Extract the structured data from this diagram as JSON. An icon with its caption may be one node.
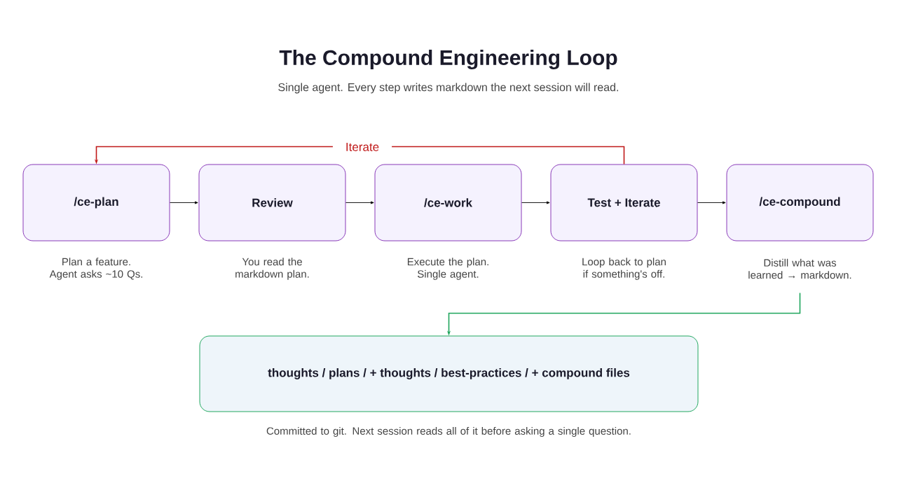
{
  "diagram": {
    "title": "The Compound Engineering Loop",
    "caption": "Single agent. Every step writes markdown the next session will read.",
    "nodes": [
      {
        "text": [
          "/ce-plan"
        ],
        "beside": [
          "Plan a feature. Agent asks ~10 Qs."
        ]
      },
      {
        "text": [
          "Review"
        ],
        "beside": [
          "You read the markdown plan."
        ]
      },
      {
        "text": [
          "/ce-work"
        ],
        "beside": [
          "Execute the plan. Single agent."
        ]
      },
      {
        "text": [
          "Test + Iterate"
        ],
        "beside": [
          "Loop back to plan if something's off."
        ]
      },
      {
        "text": [
          "/ce-compound"
        ],
        "beside": [
          "Distill what was learned → markdown."
        ]
      },
      {
        "text": [
          "thoughts / plans / + thoughts / best-practices / + compound files"
        ],
        "beside": [
          "Committed to git. Next session reads all of it before asking a single question."
        ]
      }
    ],
    "edges": [
      {
        "from": 0,
        "to": 1,
        "arrow": "to"
      },
      {
        "from": 1,
        "to": 2,
        "arrow": "to"
      },
      {
        "from": 2,
        "to": 3,
        "arrow": "to"
      },
      {
        "from": 3,
        "to": 4,
        "arrow": "to"
      },
      {
        "from": 3,
        "to": 0,
        "arrow": "to",
        "label": "Iterate",
        "color": "#c01a1a"
      },
      {
        "from": 4,
        "to": 5,
        "arrow": "to",
        "color": "#1fa55c"
      }
    ]
  }
}
